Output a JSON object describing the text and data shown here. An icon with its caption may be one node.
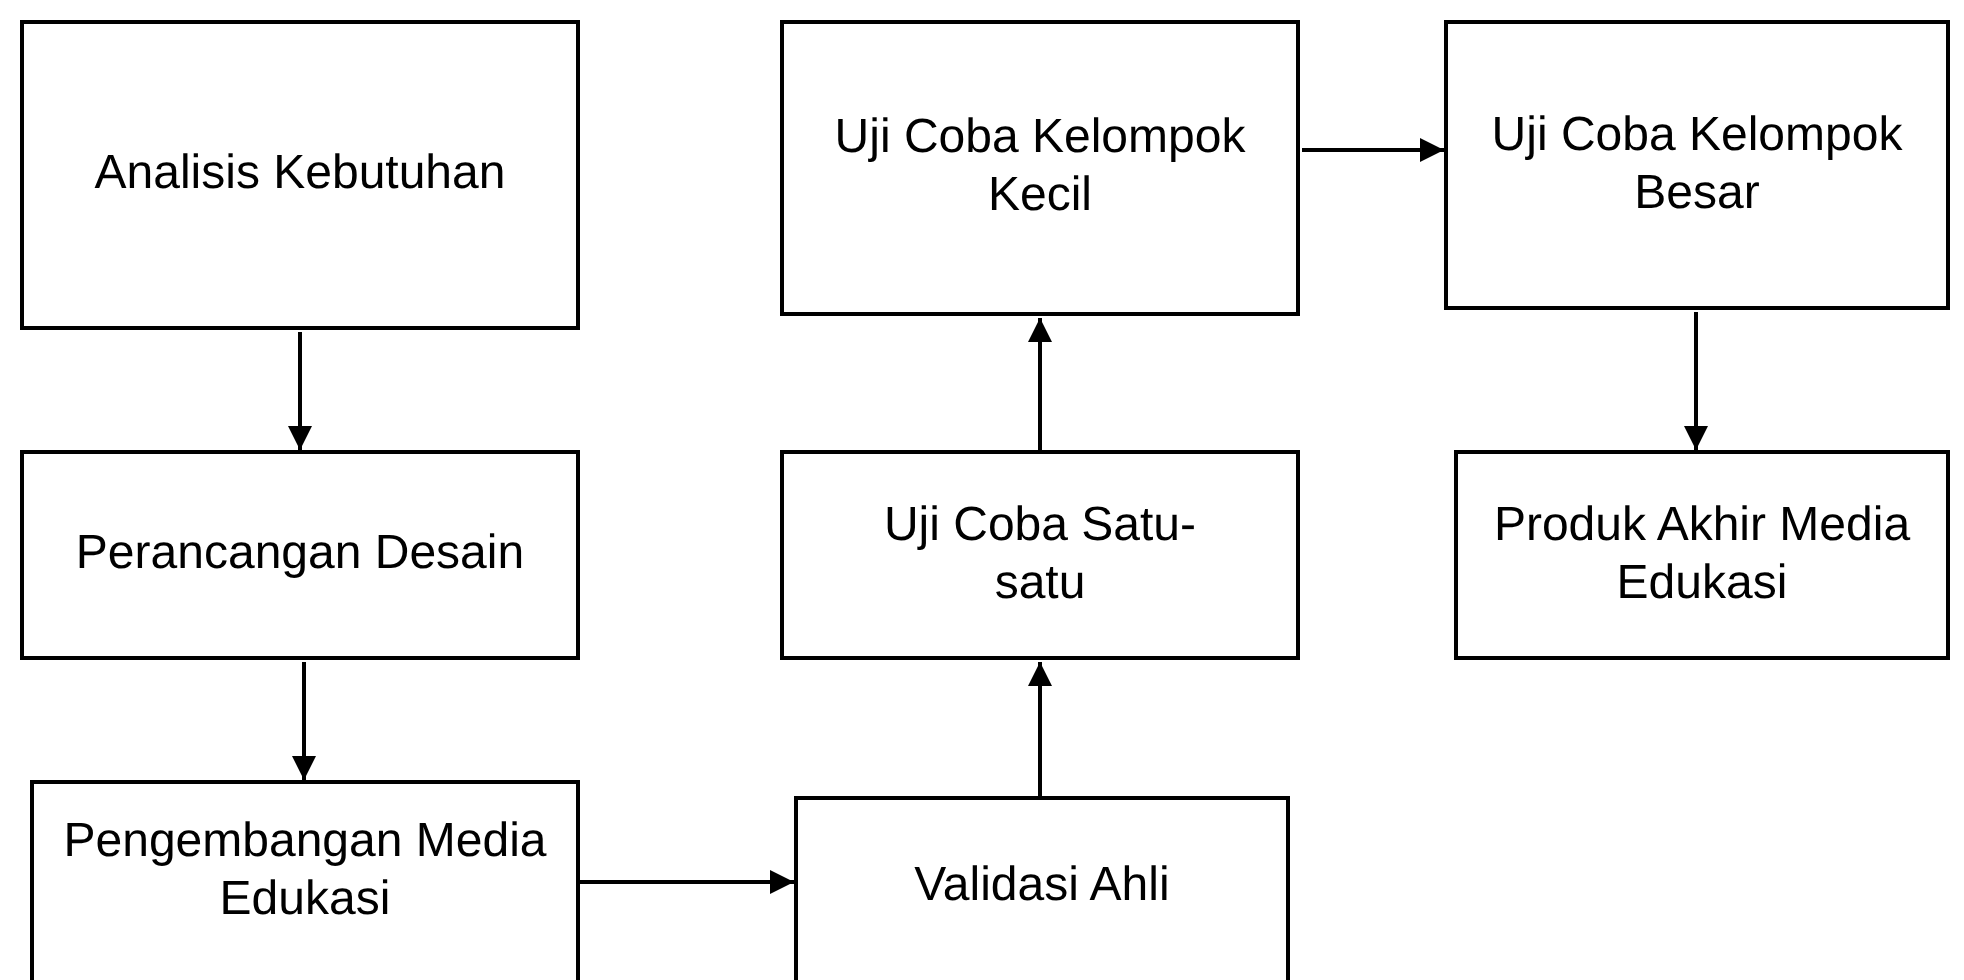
{
  "diagram": {
    "nodes": [
      {
        "text": [
          "Analisis Kebutuhan"
        ]
      },
      {
        "text": [
          "Perancangan Desain"
        ]
      },
      {
        "text": [
          "Pengembangan Media Edukasi"
        ]
      },
      {
        "text": [
          "Validasi Ahli"
        ]
      },
      {
        "text": [
          "Uji Coba Satu-satu"
        ]
      },
      {
        "text": [
          "Uji Coba Kelompok Kecil"
        ]
      },
      {
        "text": [
          "Uji Coba Kelompok Besar"
        ]
      },
      {
        "text": [
          "Produk Akhir Media Edukasi"
        ]
      }
    ],
    "edges": [
      {
        "from": 0,
        "to": 1,
        "arrow": "to"
      },
      {
        "from": 1,
        "to": 2,
        "arrow": "to"
      },
      {
        "from": 2,
        "to": 3,
        "arrow": "to"
      },
      {
        "from": 3,
        "to": 4,
        "arrow": "to"
      },
      {
        "from": 4,
        "to": 5,
        "arrow": "to"
      },
      {
        "from": 5,
        "to": 6,
        "arrow": "to"
      },
      {
        "from": 6,
        "to": 7,
        "arrow": "to"
      }
    ]
  }
}
